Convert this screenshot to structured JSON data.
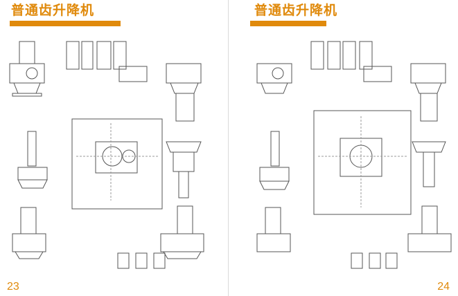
{
  "pages": [
    {
      "title": "普通齿升降机",
      "page_number": "23"
    },
    {
      "title": "普通齿升降机",
      "page_number": "24"
    }
  ],
  "colors": {
    "accent": "#e08a0c",
    "line": "#555555",
    "light_line": "#9a9a9a",
    "background": "#ffffff"
  }
}
